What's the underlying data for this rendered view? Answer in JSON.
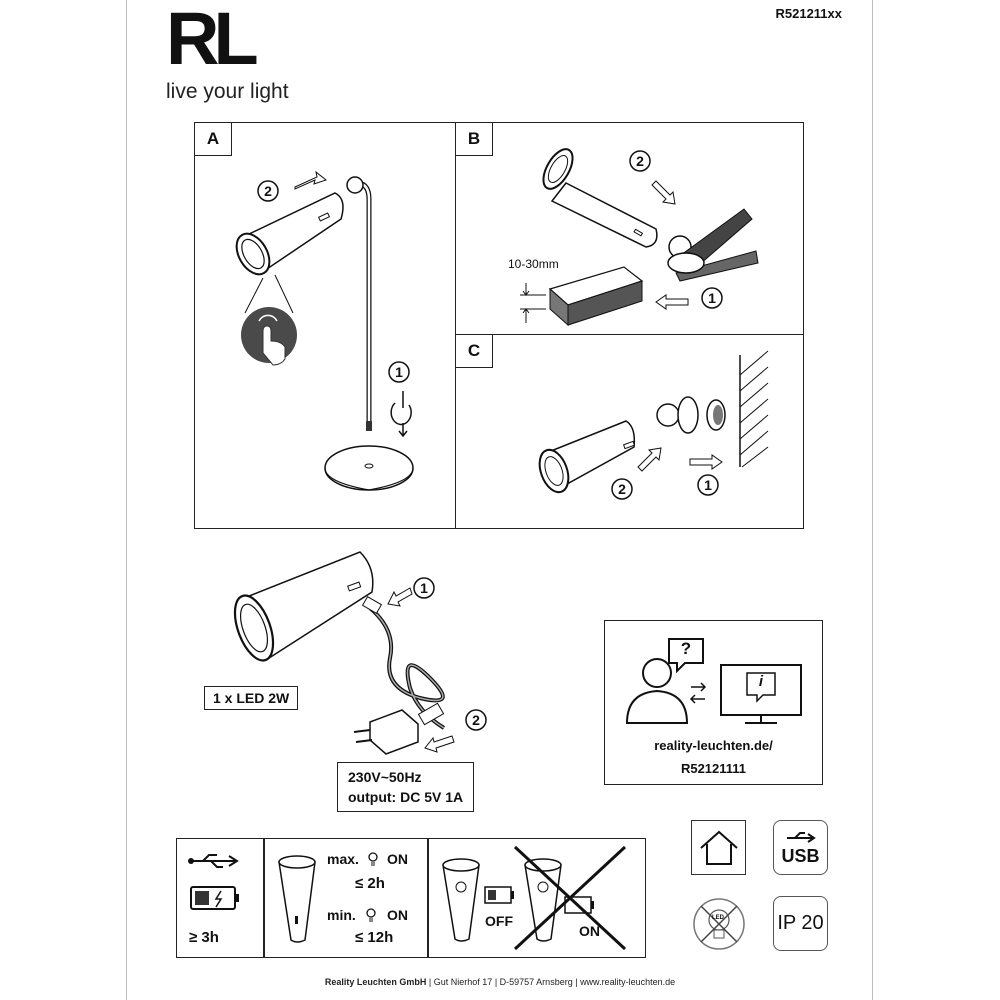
{
  "header": {
    "logo": "RL",
    "tagline": "live your light",
    "model_number": "R521211xx"
  },
  "panels": {
    "a": {
      "label": "A",
      "step1": "1",
      "step2": "2"
    },
    "b": {
      "label": "B",
      "step1": "1",
      "step2": "2",
      "thickness": "10-30mm"
    },
    "c": {
      "label": "C",
      "step1": "1",
      "step2": "2"
    }
  },
  "charging": {
    "step1": "1",
    "step2": "2",
    "led": "1 x LED 2W",
    "input_voltage": "230V~50Hz",
    "output": "output: DC 5V 1A"
  },
  "info": {
    "url": "reality-leuchten.de/",
    "code": "R52121111",
    "question_mark": "?",
    "info_mark": "i"
  },
  "table": {
    "charge_time": "≥ 3h",
    "max_label": "max.",
    "max_on": "ON",
    "max_time": "≤ 2h",
    "min_label": "min.",
    "min_on": "ON",
    "min_time": "≤ 12h",
    "off_label": "OFF",
    "on_label": "ON"
  },
  "symbols": {
    "usb": "USB",
    "ip": "IP 20",
    "led": "LED"
  },
  "footer": {
    "company": "Reality Leuchten GmbH",
    "street": "Gut Nierhof 17",
    "city": "D-59757 Arnsberg",
    "web": "www.reality-leuchten.de"
  }
}
